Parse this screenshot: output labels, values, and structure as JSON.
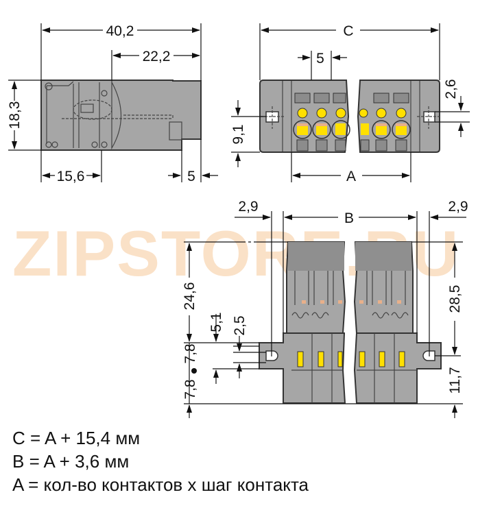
{
  "watermark": "ZIPSTORE.RU",
  "colors": {
    "housing": "#a6a6a6",
    "housing_dark": "#8c8c8c",
    "actuator": "#ffe000",
    "contact": "#e8b08a",
    "watermark_orange": "#f7c99a",
    "watermark_grey": "#cfcfcf"
  },
  "side_view": {
    "overall_length": "40,2",
    "rear_length": "22,2",
    "height": "18,3",
    "front_length": "15,6",
    "step": "5"
  },
  "front_view": {
    "overall_width": "C",
    "pitch": "5",
    "flange_height": "9,1",
    "hole_size": "2,6",
    "pin_span": "A"
  },
  "bottom_view": {
    "left_offset": "2,9",
    "mount_span": "B",
    "right_offset": "2,9",
    "height_left": "24,6",
    "height_right": "28,5",
    "dim_5_1": "5,1",
    "dim_2_5": "2,5",
    "dim_7_8_top": "7,8",
    "dim_7_8_bottom": "7,8",
    "dim_11_7": "11,7"
  },
  "formulas": [
    "C = A + 15,4 мм",
    "B = A + 3,6 мм",
    "A = кол-во контактов x шаг контакта"
  ]
}
